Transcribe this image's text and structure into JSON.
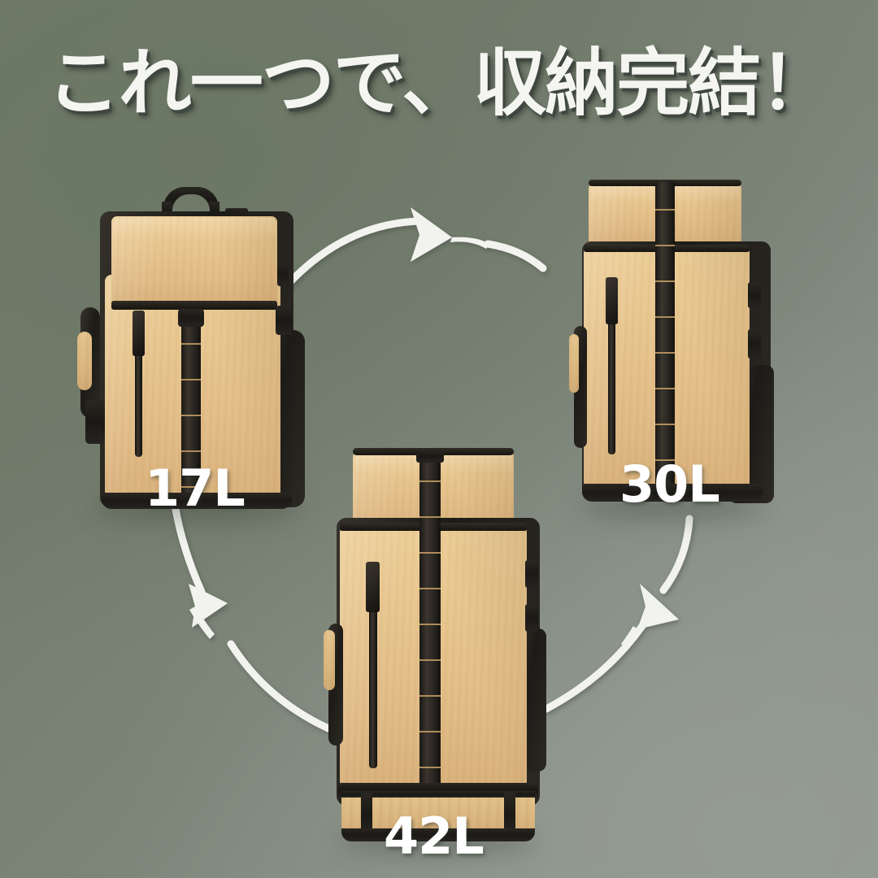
{
  "page": {
    "headline": "これ一つで、収納完結！",
    "background": {
      "color_top_left": "#6f7a69",
      "color_bottom_right": "#8e948c"
    },
    "accent_colors": {
      "fabric_tan": "#e6c38c",
      "hardware_black": "#1b1915",
      "label_white": "#ffffff",
      "arrow_white": "#f2f3ee"
    }
  },
  "products": [
    {
      "id": "bag-17l",
      "volume_label": "17L",
      "description": "flap-top backpack, compact mode"
    },
    {
      "id": "bag-30l",
      "volume_label": "30L",
      "description": "roll-top backpack, expanded mode"
    },
    {
      "id": "bag-42l",
      "volume_label": "42L",
      "description": "roll-top backpack, fully expanded mode"
    }
  ],
  "arrows": [
    {
      "id": "arrow-17-to-30",
      "direction": "right",
      "from": "17L",
      "to": "30L"
    },
    {
      "id": "arrow-30-to-42",
      "direction": "down-left",
      "from": "30L",
      "to": "42L"
    },
    {
      "id": "arrow-42-to-17",
      "direction": "up-left",
      "from": "42L",
      "to": "17L"
    }
  ]
}
